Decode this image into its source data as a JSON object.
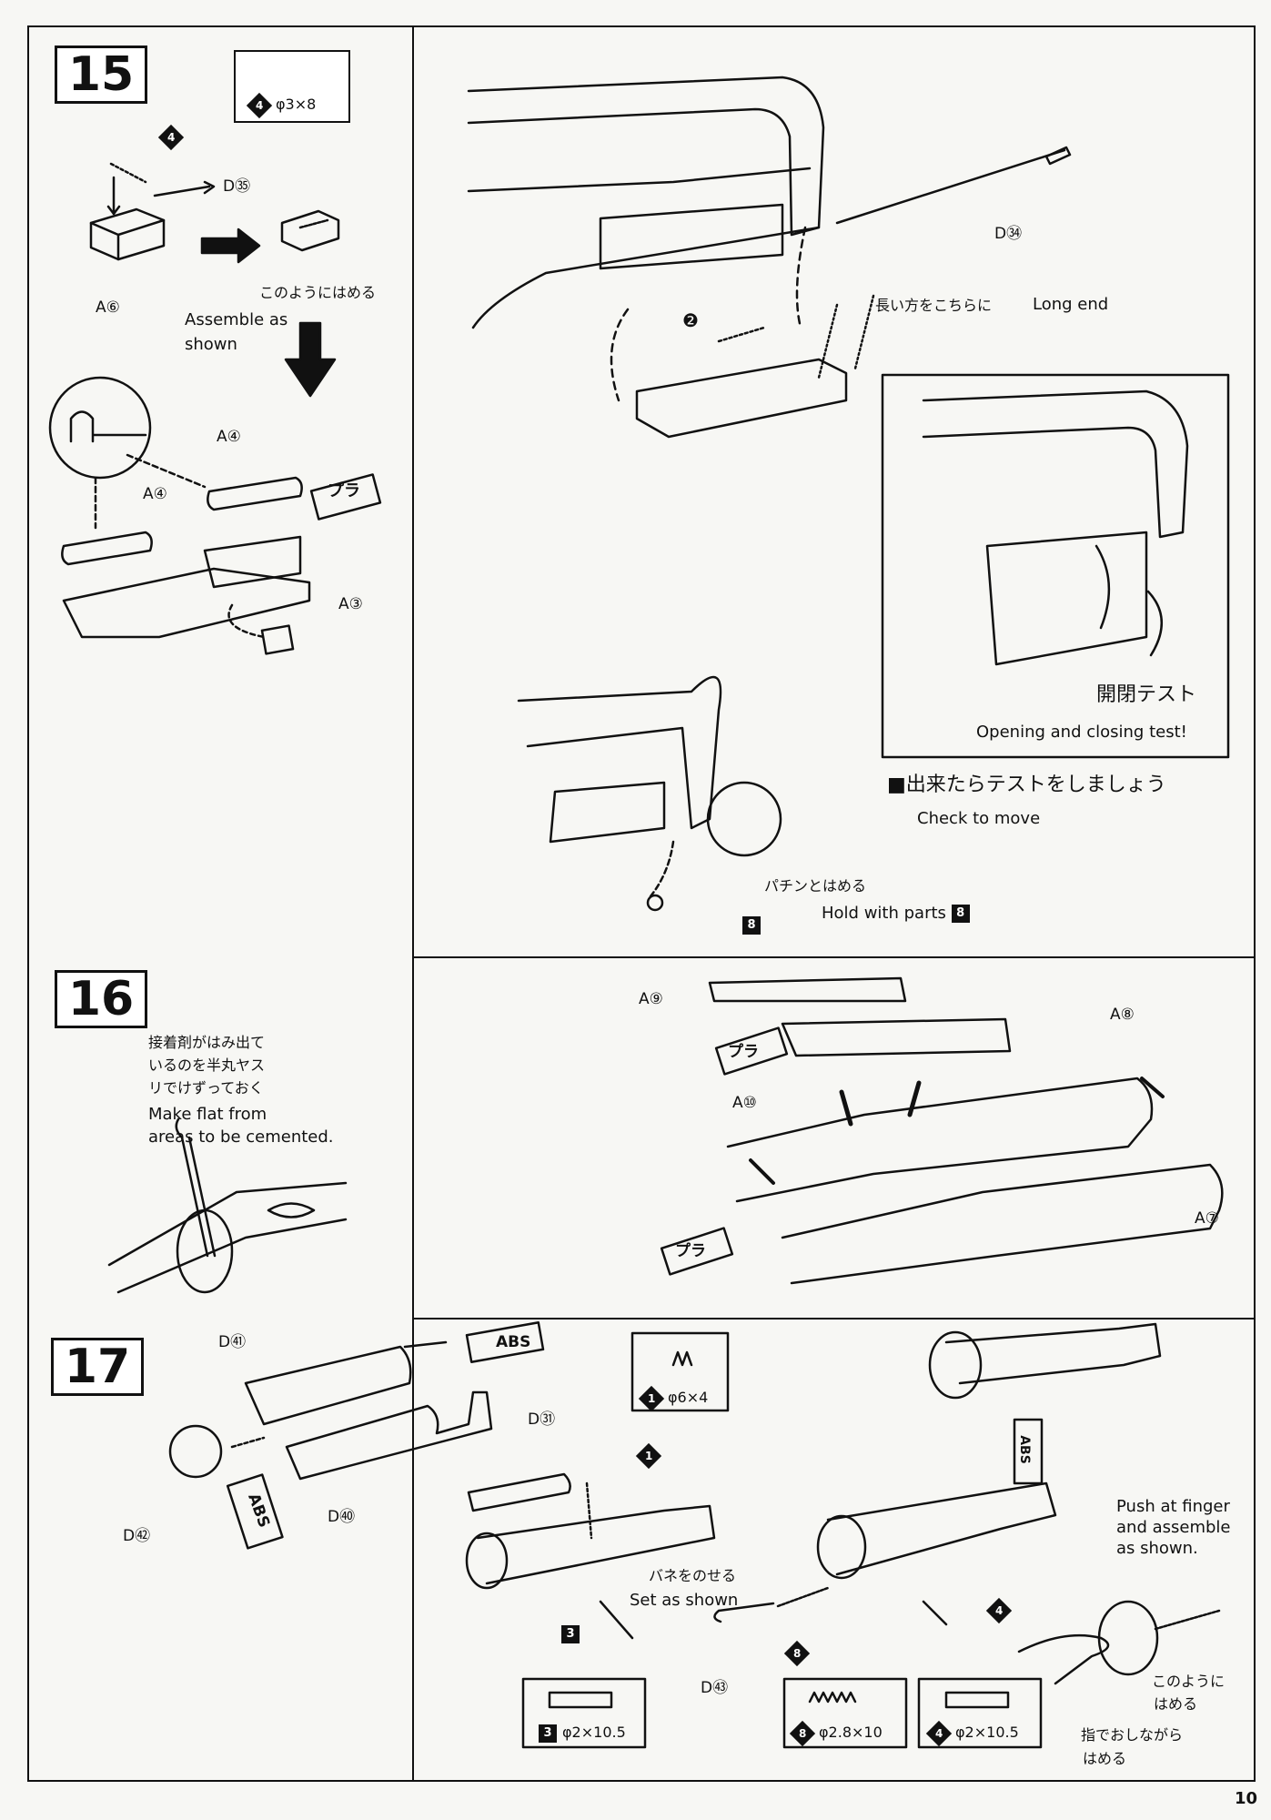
{
  "step15": {
    "number": "15",
    "spring_box": {
      "text": "φ3×8",
      "badge": "4"
    },
    "badge_4": "4",
    "label_d35": "D㉟",
    "label_a6": "A⑥",
    "jp_assemble": "このようにはめる",
    "en_assemble_1": "Assemble as",
    "en_assemble_2": "shown",
    "label_a4_top": "A④",
    "label_a4_left": "A④",
    "label_a3": "A③",
    "glue": "プラ"
  },
  "step15_right": {
    "label_d34": "D㉞",
    "badge_2": "❷",
    "jp_long_end": "長い方をこちらに",
    "en_long_end": "Long end",
    "jp_test": "開閉テスト",
    "en_test": "Opening and closing test!",
    "jp_check": "出来たらテストをしましょう",
    "en_check": "Check to move",
    "jp_snap": "パチンとはめる",
    "en_hold": "Hold with parts",
    "badge_8": "8"
  },
  "step16": {
    "number": "16",
    "jp_note_1": "接着剤がはみ出て",
    "jp_note_2": "いるのを半丸ヤス",
    "jp_note_3": "リでけずっておく",
    "en_note_1": "Make flat from",
    "en_note_2": "areas to be cemented.",
    "label_a9": "A⑨",
    "label_a8": "A⑧",
    "label_a10": "A⑩",
    "label_a7": "A⑦",
    "glue": "プラ"
  },
  "step17": {
    "number": "17",
    "label_d41": "D㊶",
    "label_d42": "D㊷",
    "label_d40": "D㊵",
    "glue": "ABS",
    "spring_box": {
      "text": "φ6×4",
      "badge": "1"
    },
    "label_d31": "D㉛",
    "badge_1": "1",
    "jp_set": "バネをのせる",
    "en_set": "Set as shown",
    "badge_3": "3",
    "label_d43": "D㊸",
    "badge_8": "8",
    "badge_4": "4",
    "en_push_1": "Push at finger",
    "en_push_2": "and assemble",
    "en_push_3": "as shown.",
    "jp_this_1": "このように",
    "jp_this_2": "はめる",
    "jp_finger_1": "指でおしながら",
    "jp_finger_2": "はめる",
    "parts": [
      {
        "badge": "3",
        "text": "φ2×10.5"
      },
      {
        "badge": "8",
        "text": "φ2.8×10"
      },
      {
        "badge": "4",
        "text": "φ2×10.5"
      }
    ]
  },
  "page_number": "10"
}
